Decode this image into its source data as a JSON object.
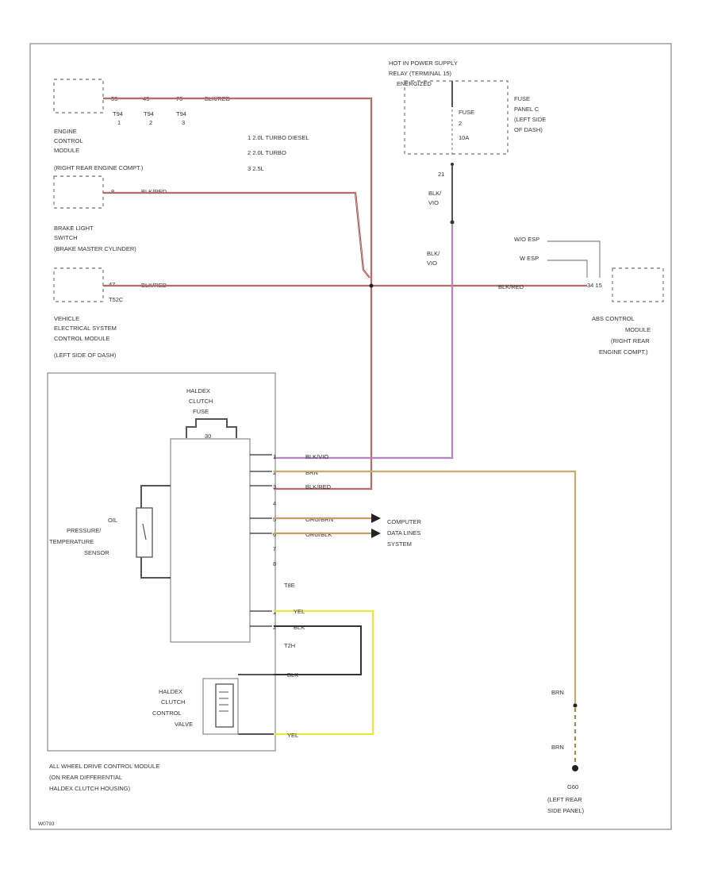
{
  "ecm": {
    "pins": [
      "55",
      "45",
      "70"
    ],
    "conn": [
      "T94",
      "T94",
      "T94"
    ],
    "idx": [
      "1",
      "2",
      "3"
    ],
    "wire": "BLK/RED",
    "label": [
      "ENGINE",
      "CONTROL",
      "MODULE",
      "(RIGHT REAR ENGINE COMPT.)"
    ]
  },
  "legend": [
    "1  2.0L TURBO DIESEL",
    "2  2.0L TURBO",
    "3  2.5L"
  ],
  "brake": {
    "pin": "8",
    "wire": "BLK/RED",
    "label": [
      "BRAKE LIGHT",
      "SWITCH",
      "(BRAKE MASTER CYLINDER)"
    ]
  },
  "vesc": {
    "pin": "47",
    "conn": "T52C",
    "wire": "BLK/RED",
    "label": [
      "VEHICLE",
      "ELECTRICAL SYSTEM",
      "CONTROL MODULE",
      "(LEFT SIDE OF DASH)"
    ]
  },
  "hot": {
    "label": [
      "HOT IN POWER SUPPLY",
      "RELAY (TERMINAL 15)",
      "ENERGIZED"
    ]
  },
  "fuse": {
    "name": "FUSE",
    "num": "2",
    "amp": "10A",
    "panel": [
      "FUSE",
      "PANEL C",
      "(LEFT SIDE",
      "OF DASH)"
    ]
  },
  "purple_top": {
    "pin": "21",
    "c1": "BLK/",
    "c2": "VIO"
  },
  "purple_mid": {
    "c1": "BLK/",
    "c2": "VIO"
  },
  "esp": {
    "a": "W/O ESP",
    "b": "W ESP",
    "pins": "34  15",
    "wire": "BLK/RED",
    "label": [
      "ABS CONTROL",
      "MODULE",
      "(RIGHT REAR",
      "ENGINE COMPT.)"
    ]
  },
  "awd": {
    "fuse": [
      "HALDEX",
      "CLUTCH",
      "FUSE"
    ],
    "fuse_num": "30",
    "pins": [
      "1",
      "2",
      "3",
      "4",
      "5",
      "6",
      "7",
      "8"
    ],
    "t8": "T8E",
    "p2": [
      "1",
      "2"
    ],
    "t2": "T2H",
    "wire_blkvio": "BLK/VIO",
    "wire_brn": "BRN",
    "wire_blkred": "BLK/RED",
    "wire_orgbrn": "ORG/BRN",
    "wire_orgblk": "ORG/BLK",
    "wire_yel": "YEL",
    "wire_blk": "BLK",
    "wire_blk2": "BLK",
    "wire_yel2": "YEL",
    "sensor": [
      "OIL",
      "PRESSURE/",
      "TEMPERATURE",
      "SENSOR"
    ],
    "valve": [
      "HALDEX",
      "CLUTCH",
      "CONTROL",
      "VALVE"
    ],
    "module": [
      "ALL WHEEL DRIVE CONTROL MODULE",
      "(ON REAR DIFFERENTIAL",
      "HALDEX CLUTCH HOUSING)"
    ],
    "cdl": [
      "COMPUTER",
      "DATA LINES",
      "SYSTEM"
    ]
  },
  "ground": {
    "w1": "BRN",
    "w2": "BRN",
    "name": "G60",
    "label": [
      "(LEFT REAR",
      "SIDE PANEL)"
    ]
  },
  "footer": "W0793"
}
